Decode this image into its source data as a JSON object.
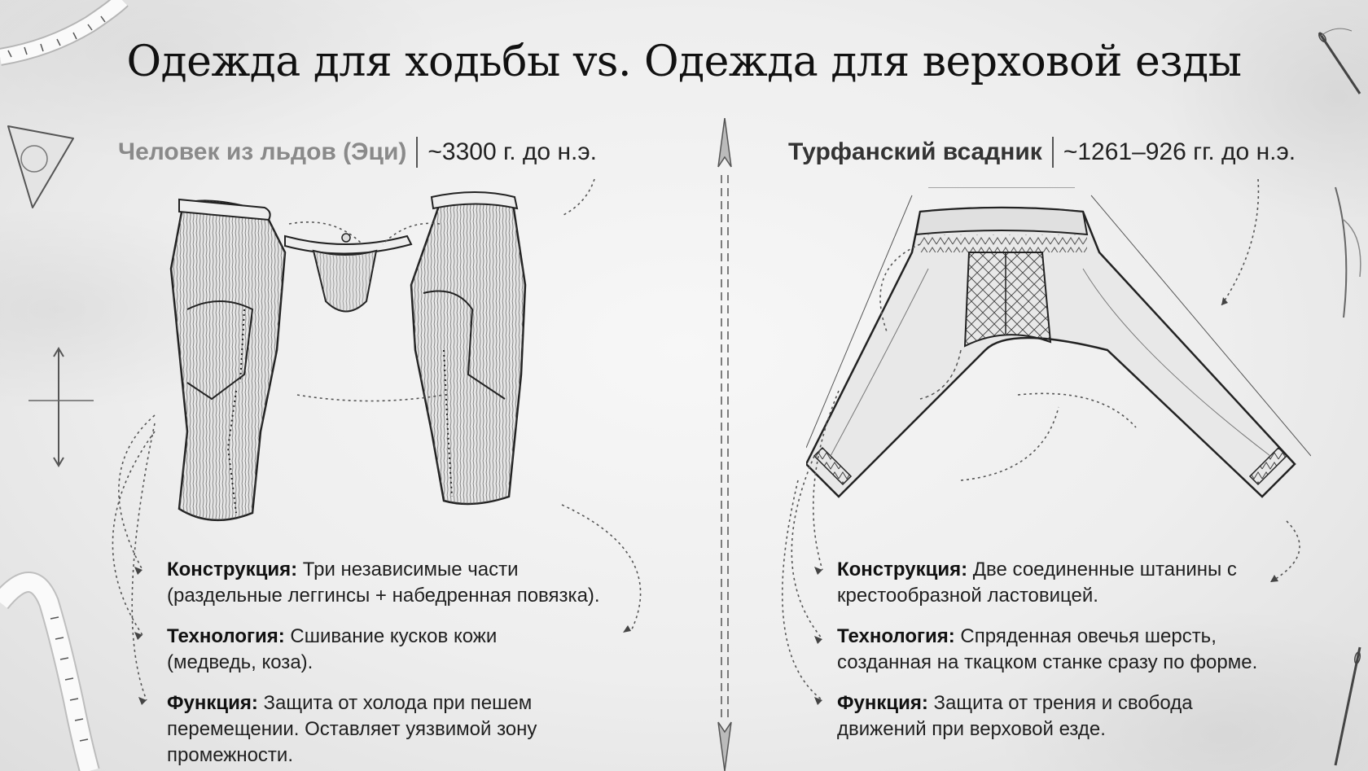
{
  "title": "Одежда для ходьбы vs. Одежда для верховой езды",
  "left": {
    "name": "Человек из льдов (Эци)",
    "date": "~3300 г. до н.э.",
    "illustration": "fur-leggings-and-loincloth-sketch",
    "items": [
      {
        "label": "Конструкция:",
        "line1": " Три независимые части",
        "line2": "(раздельные леггинсы + набедренная повязка)."
      },
      {
        "label": "Технология:",
        "line1": " Сшивание кусков кожи",
        "line2": "(медведь, коза)."
      },
      {
        "label": "Функция:",
        "line1": " Защита от холода при пешем",
        "line2": "перемещении. Оставляет уязвимой зону",
        "line3": "промежности."
      }
    ]
  },
  "right": {
    "name": "Турфанский всадник",
    "date": "~1261–926 гг. до н.э.",
    "illustration": "woven-trousers-with-crotch-gusset-sketch",
    "items": [
      {
        "label": "Конструкция:",
        "line1": " Две соединенные штанины с",
        "line2": "крестообразной ластовицей."
      },
      {
        "label": "Технология:",
        "line1": " Спряденная овечья шерсть,",
        "line2": "созданная на ткацком станке сразу по форме."
      },
      {
        "label": "Функция:",
        "line1": " Защита от трения и свобода",
        "line2": "движений при верховой езде."
      }
    ]
  },
  "colors": {
    "background": "#eeeeee",
    "text": "#1a1a1a",
    "muted_name": "#8a8a8a",
    "sketch": "#2a2a2a"
  }
}
